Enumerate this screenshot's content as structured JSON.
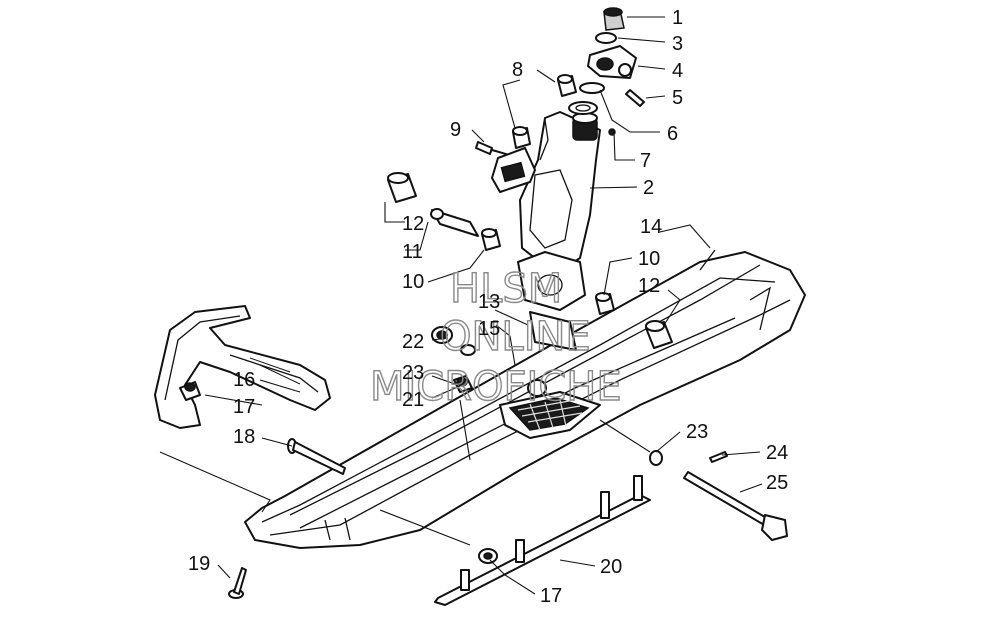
{
  "watermark": {
    "line1": "HLSM",
    "line2": "ONLINE",
    "line3": "MICROFICHE"
  },
  "callouts": [
    {
      "id": "c1",
      "text": "1"
    },
    {
      "id": "c3",
      "text": "3"
    },
    {
      "id": "c4",
      "text": "4"
    },
    {
      "id": "c5",
      "text": "5"
    },
    {
      "id": "c6",
      "text": "6"
    },
    {
      "id": "c7",
      "text": "7"
    },
    {
      "id": "c8",
      "text": "8"
    },
    {
      "id": "c9",
      "text": "9"
    },
    {
      "id": "c2",
      "text": "2"
    },
    {
      "id": "c12a",
      "text": "12"
    },
    {
      "id": "c11",
      "text": "11"
    },
    {
      "id": "c10a",
      "text": "10"
    },
    {
      "id": "c14",
      "text": "14"
    },
    {
      "id": "c10b",
      "text": "10"
    },
    {
      "id": "c12b",
      "text": "12"
    },
    {
      "id": "c13",
      "text": "13"
    },
    {
      "id": "c15",
      "text": "15"
    },
    {
      "id": "c22",
      "text": "22"
    },
    {
      "id": "c23a",
      "text": "23"
    },
    {
      "id": "c21",
      "text": "21"
    },
    {
      "id": "c16",
      "text": "16"
    },
    {
      "id": "c17a",
      "text": "17"
    },
    {
      "id": "c18",
      "text": "18"
    },
    {
      "id": "c23b",
      "text": "23"
    },
    {
      "id": "c24",
      "text": "24"
    },
    {
      "id": "c25",
      "text": "25"
    },
    {
      "id": "c19",
      "text": "19"
    },
    {
      "id": "c20",
      "text": "20"
    },
    {
      "id": "c17b",
      "text": "17"
    }
  ]
}
